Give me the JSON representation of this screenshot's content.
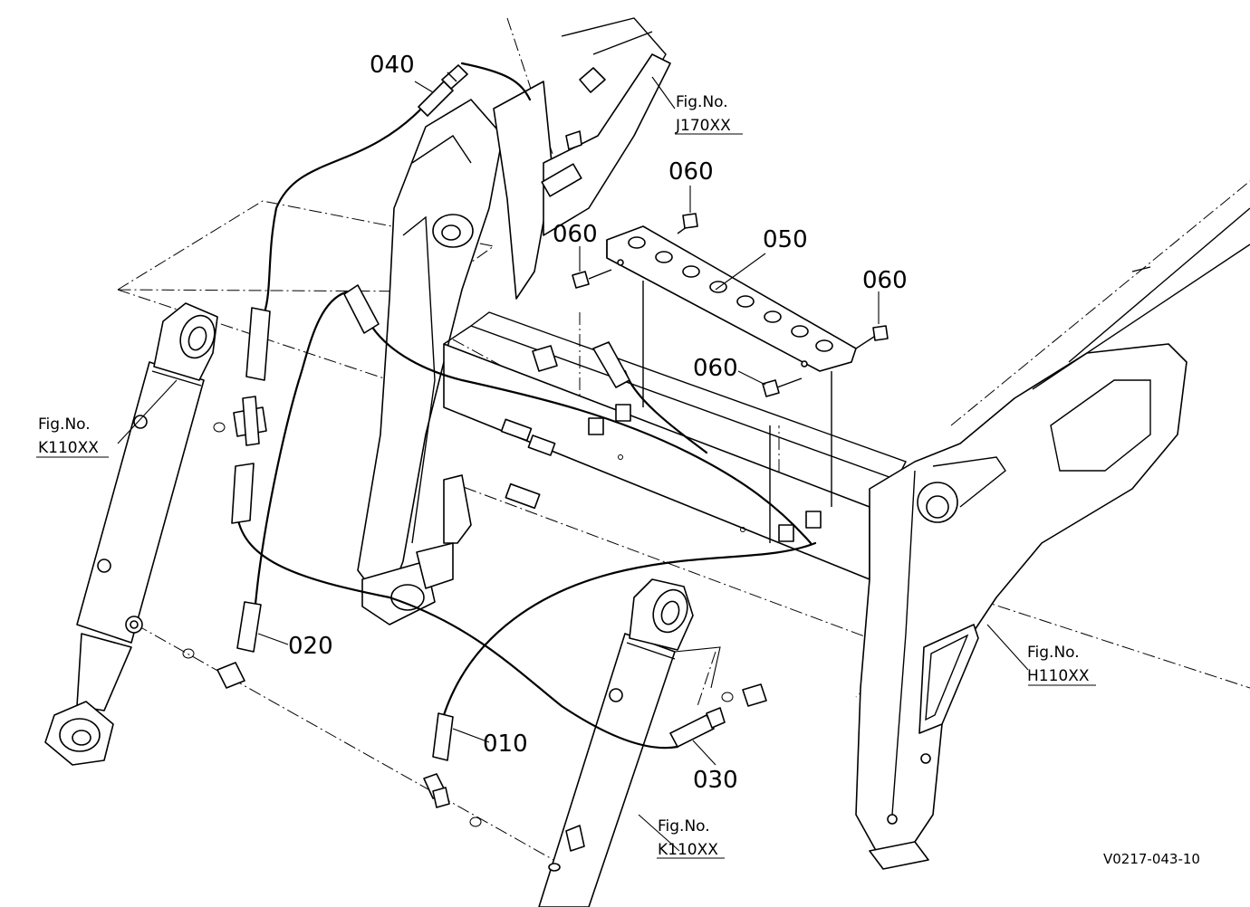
{
  "parts": {
    "p010": "010",
    "p020": "020",
    "p030": "030",
    "p040": "040",
    "p050": "050",
    "p060": "060"
  },
  "figure_refs": {
    "fig_no_label": "Fig.No.",
    "j170": "J170XX",
    "k110": "K110XX",
    "h110": "H110XX"
  },
  "drawing_code": "V0217-043-10"
}
